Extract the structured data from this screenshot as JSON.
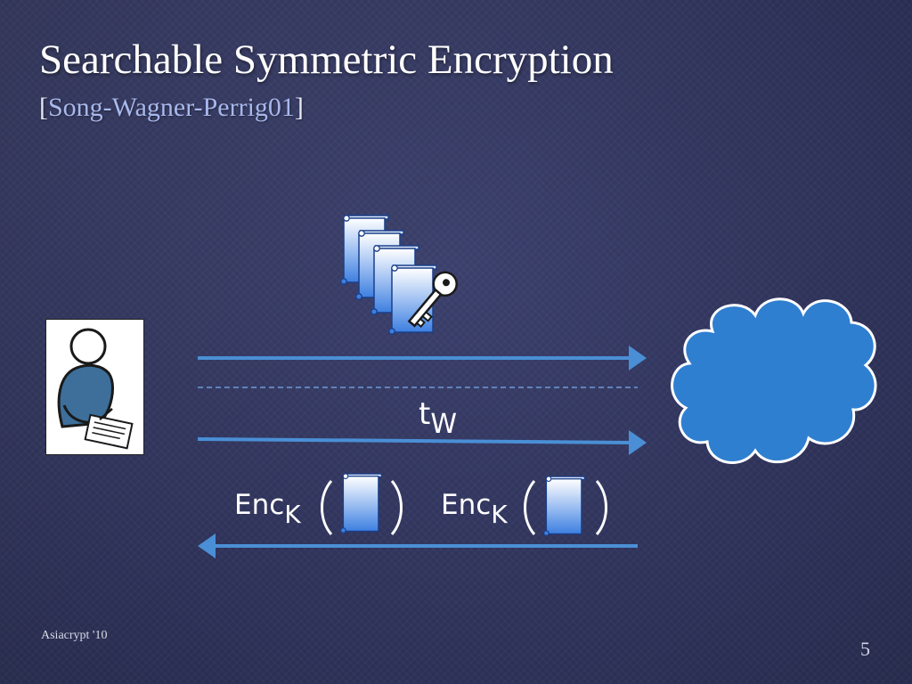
{
  "slide": {
    "title": "Searchable Symmetric Encryption",
    "subtitle_open": "[",
    "subtitle_cite": "Song-Wagner-Perrig01",
    "subtitle_close": "]",
    "footer": "Asiacrypt '10",
    "page_number": "5"
  },
  "diagram": {
    "token_base": "t",
    "token_sub": "W",
    "enc_label_1": {
      "base": "Enc",
      "sub": "K"
    },
    "enc_label_2": {
      "base": "Enc",
      "sub": "K"
    }
  },
  "colors": {
    "arrow": "#4a8fd6",
    "cloud": "#2f7fd1",
    "person": "#3d6f9a",
    "dashed": "#6e9ad6"
  },
  "icons": [
    "user-writing-icon",
    "document-stack-icon",
    "key-icon",
    "cloud-server-icon",
    "document-icon"
  ]
}
